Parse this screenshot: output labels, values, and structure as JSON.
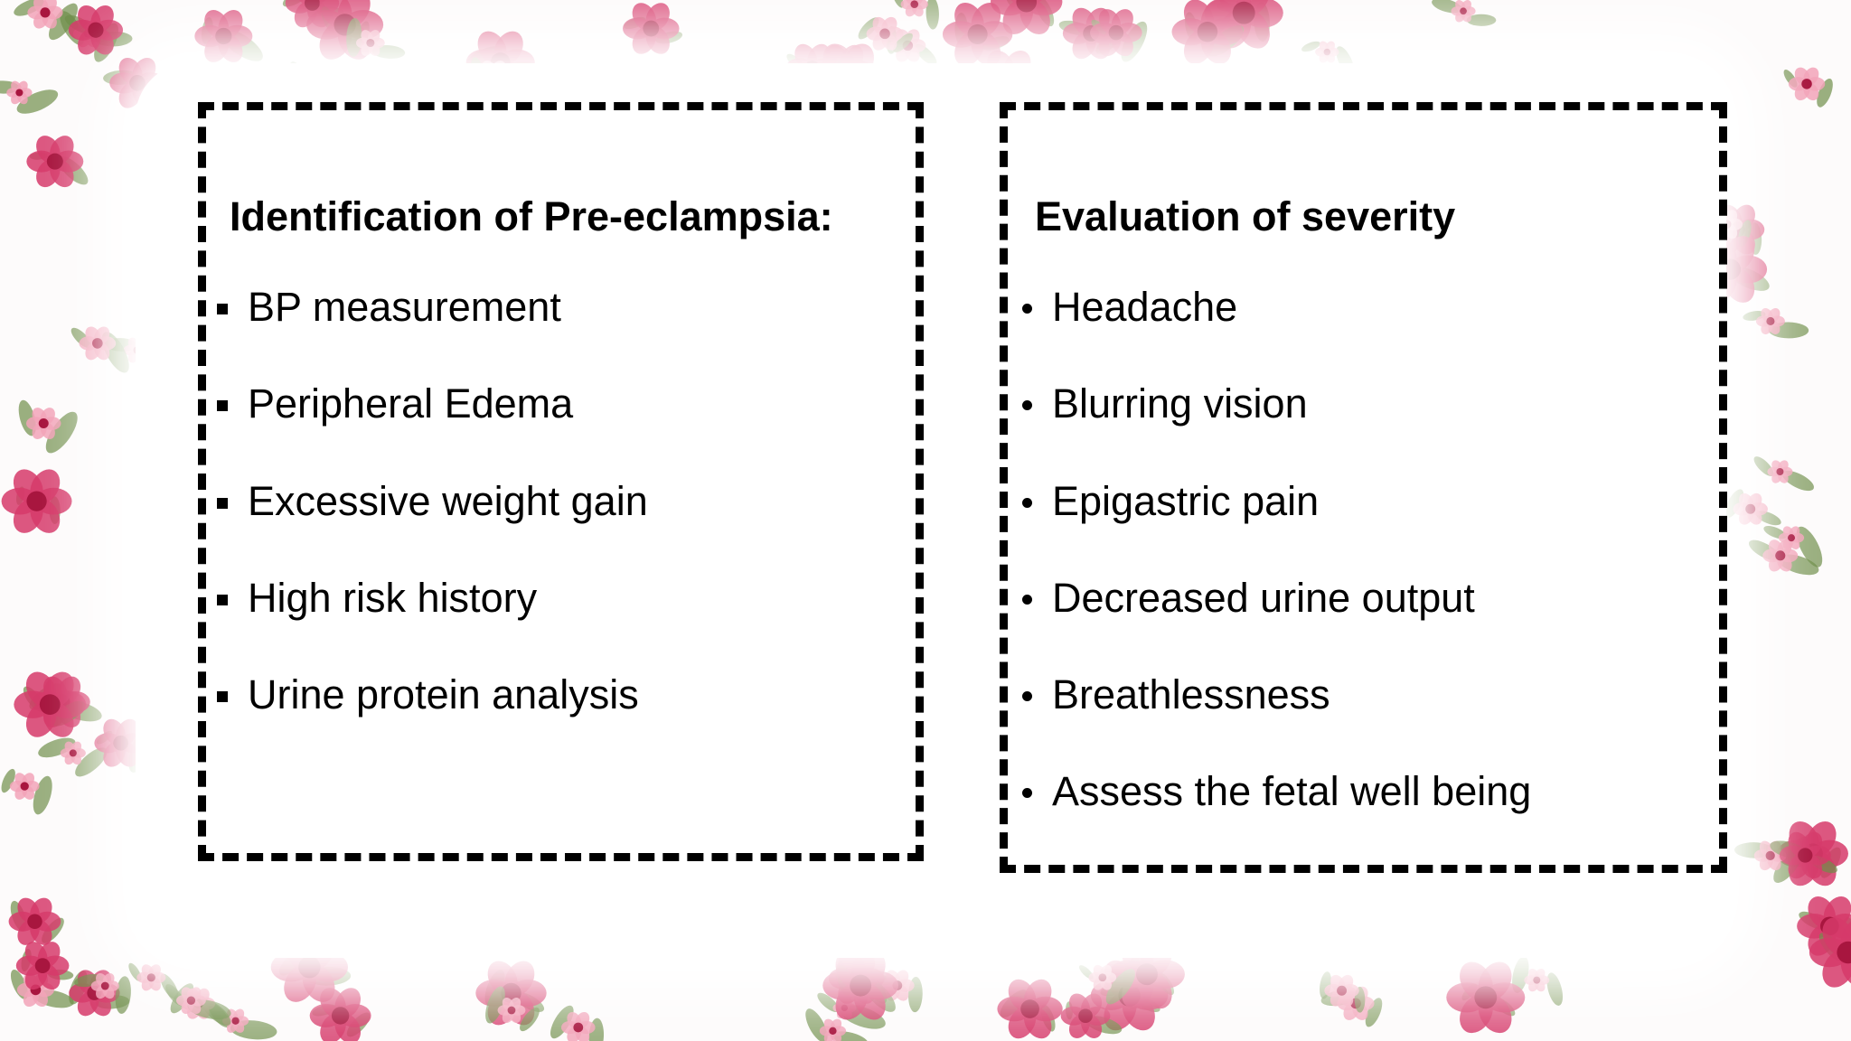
{
  "slide": {
    "left_box": {
      "title": "Identification of Pre-eclampsia:",
      "bullet_icon": "square-bullet-icon",
      "items": [
        "BP measurement",
        "Peripheral Edema",
        "Excessive weight gain",
        "High risk history",
        "Urine protein analysis"
      ]
    },
    "right_box": {
      "title": "Evaluation of severity",
      "bullet_icon": "round-bullet-icon",
      "items": [
        "Headache",
        "Blurring vision",
        "Epigastric pain",
        "Decreased urine output",
        "Breathlessness",
        "Assess the fetal well being"
      ]
    },
    "colors": {
      "text": "#000000",
      "border": "#000000",
      "background": "#ffffff",
      "flower_pink": "#d63a6a",
      "flower_light_pink": "#f2a3b8",
      "leaf_green": "#6f8f4a"
    }
  }
}
